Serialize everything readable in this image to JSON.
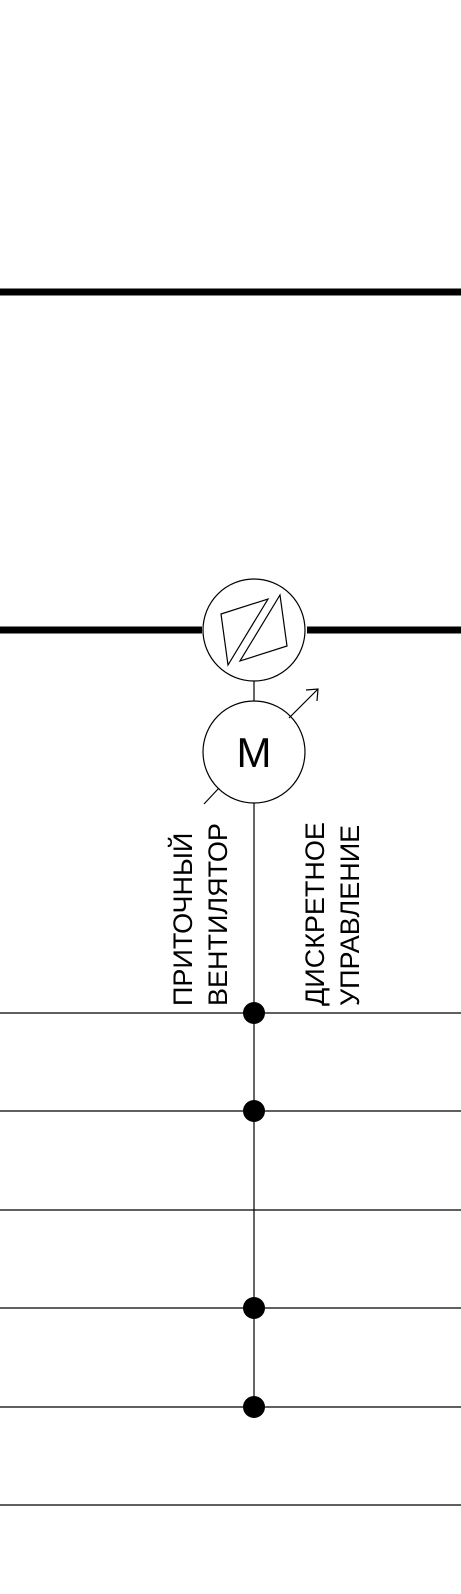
{
  "fan": {
    "motor_letter": "M",
    "label_line1": "ПРИТОЧНЫЙ",
    "label_line2": "ВЕНТИЛЯТОР"
  },
  "control": {
    "label_line1": "ДИСКРЕТНОЕ",
    "label_line2": "УПРАВЛЕНИЕ"
  },
  "colors": {
    "line": "#000000",
    "background": "#ffffff"
  }
}
